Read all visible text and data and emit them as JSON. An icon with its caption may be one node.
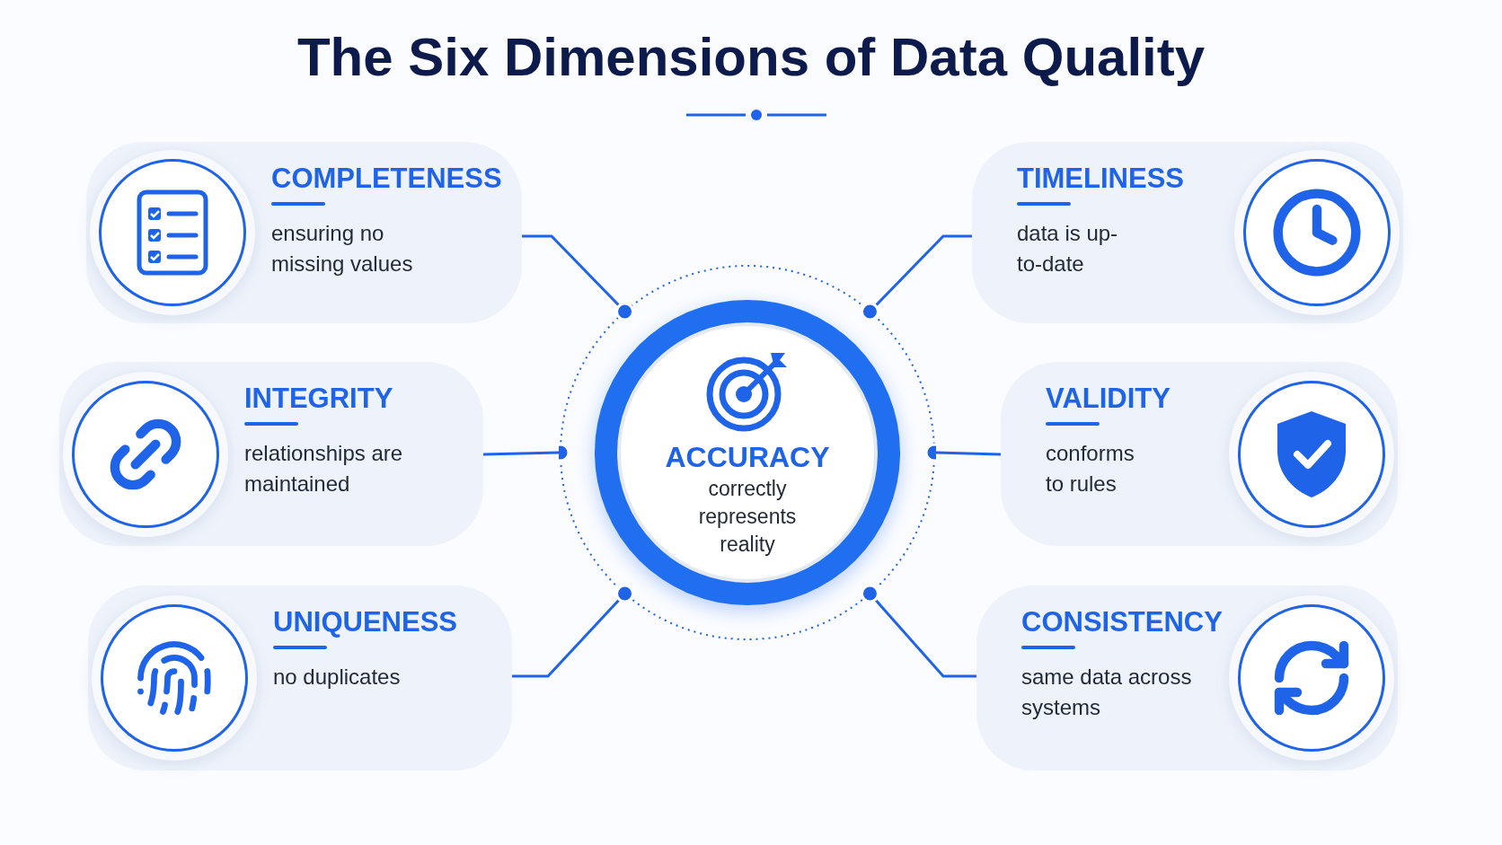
{
  "diagram": {
    "title": "The Six Dimensions of Data Quality",
    "nodes": [
      {
        "text": [
          "ACCURACY",
          "correctly represents reality"
        ]
      },
      {
        "text": [
          "COMPLETENESS",
          "ensuring no missing values"
        ]
      },
      {
        "text": [
          "INTEGRITY",
          "relationships are maintained"
        ]
      },
      {
        "text": [
          "UNIQUENESS",
          "no duplicates"
        ]
      },
      {
        "text": [
          "TIMELINESS",
          "data is up-to-date"
        ]
      },
      {
        "text": [
          "VALIDITY",
          "conforms to rules"
        ]
      },
      {
        "text": [
          "CONSISTENCY",
          "same data across systems"
        ]
      }
    ],
    "edges": [
      {
        "from": 1,
        "to": 0,
        "arrow": "none"
      },
      {
        "from": 2,
        "to": 0,
        "arrow": "none"
      },
      {
        "from": 3,
        "to": 0,
        "arrow": "none"
      },
      {
        "from": 4,
        "to": 0,
        "arrow": "none"
      },
      {
        "from": 5,
        "to": 0,
        "arrow": "none"
      },
      {
        "from": 6,
        "to": 0,
        "arrow": "none"
      }
    ]
  }
}
